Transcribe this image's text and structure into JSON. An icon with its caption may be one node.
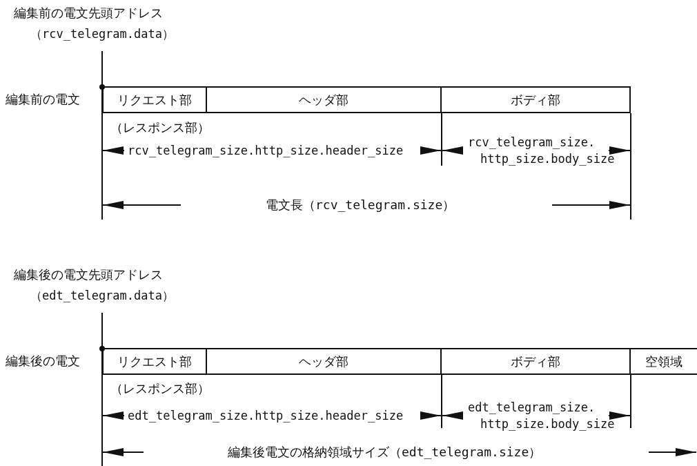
{
  "diagram": {
    "nodes": [
      {
        "text": [
          "編集前の電文先頭アドレス",
          "（rcv_telegram.data）"
        ]
      },
      {
        "text": [
          "リクエスト部"
        ],
        "beside": [
          "（レスポンス部）"
        ]
      },
      {
        "text": [
          "ヘッダ部"
        ]
      },
      {
        "text": [
          "ボディ部"
        ]
      },
      {
        "text": [
          "編集後の電文先頭アドレス",
          "（edt_telegram.data）"
        ]
      },
      {
        "text": [
          "リクエスト部"
        ],
        "beside": [
          "（レスポンス部）"
        ]
      },
      {
        "text": [
          "ヘッダ部"
        ]
      },
      {
        "text": [
          "ボディ部"
        ]
      },
      {
        "text": [
          "空領域"
        ]
      }
    ],
    "edges": [
      {
        "from": 0,
        "to": 1,
        "arrow": "other"
      },
      {
        "from": 4,
        "to": 5,
        "arrow": "other"
      }
    ],
    "labels": [
      "編集前の電文",
      "rcv_telegram_size.http_size.header_size",
      "rcv_telegram_size. http_size.body_size",
      "電文長（rcv_telegram.size）",
      "編集後の電文",
      "edt_telegram_size.http_size.header_size",
      "edt_telegram_size. http_size.body_size",
      "編集後電文の格納領域サイズ（edt_telegram.size）"
    ]
  }
}
